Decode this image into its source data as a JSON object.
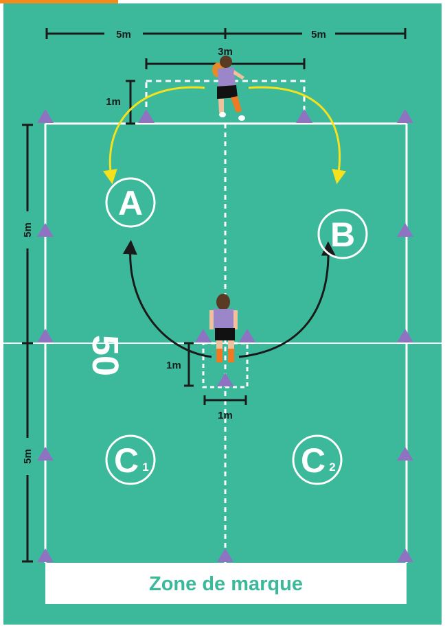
{
  "colors": {
    "field": "#3bb99a",
    "frame": "#ffffff",
    "accent_tab": "#f28a1d",
    "line": "#ffffff",
    "dim": "#1a1a1a",
    "cone": "#8f72c1",
    "arrow_yellow": "#f5e21c",
    "arrow_dark": "#1a1a1a",
    "jersey": "#9a86c9",
    "shorts": "#111111",
    "socks": "#f07a21",
    "skin": "#f0c19c",
    "hair": "#5a3a22",
    "ball": "#e58b2a"
  },
  "dimensions": {
    "top_left": "5m",
    "top_right": "5m",
    "box_width": "3m",
    "box_depth": "1m",
    "side_upper": "5m",
    "side_lower": "5m",
    "small_box_depth": "1m",
    "small_box_width": "1m"
  },
  "field": {
    "line_number": "50"
  },
  "positions": {
    "a": "A",
    "b": "B",
    "c1": "C",
    "c1_sub": "1",
    "c2": "C",
    "c2_sub": "2"
  },
  "zone": {
    "label": "Zone de marque"
  }
}
